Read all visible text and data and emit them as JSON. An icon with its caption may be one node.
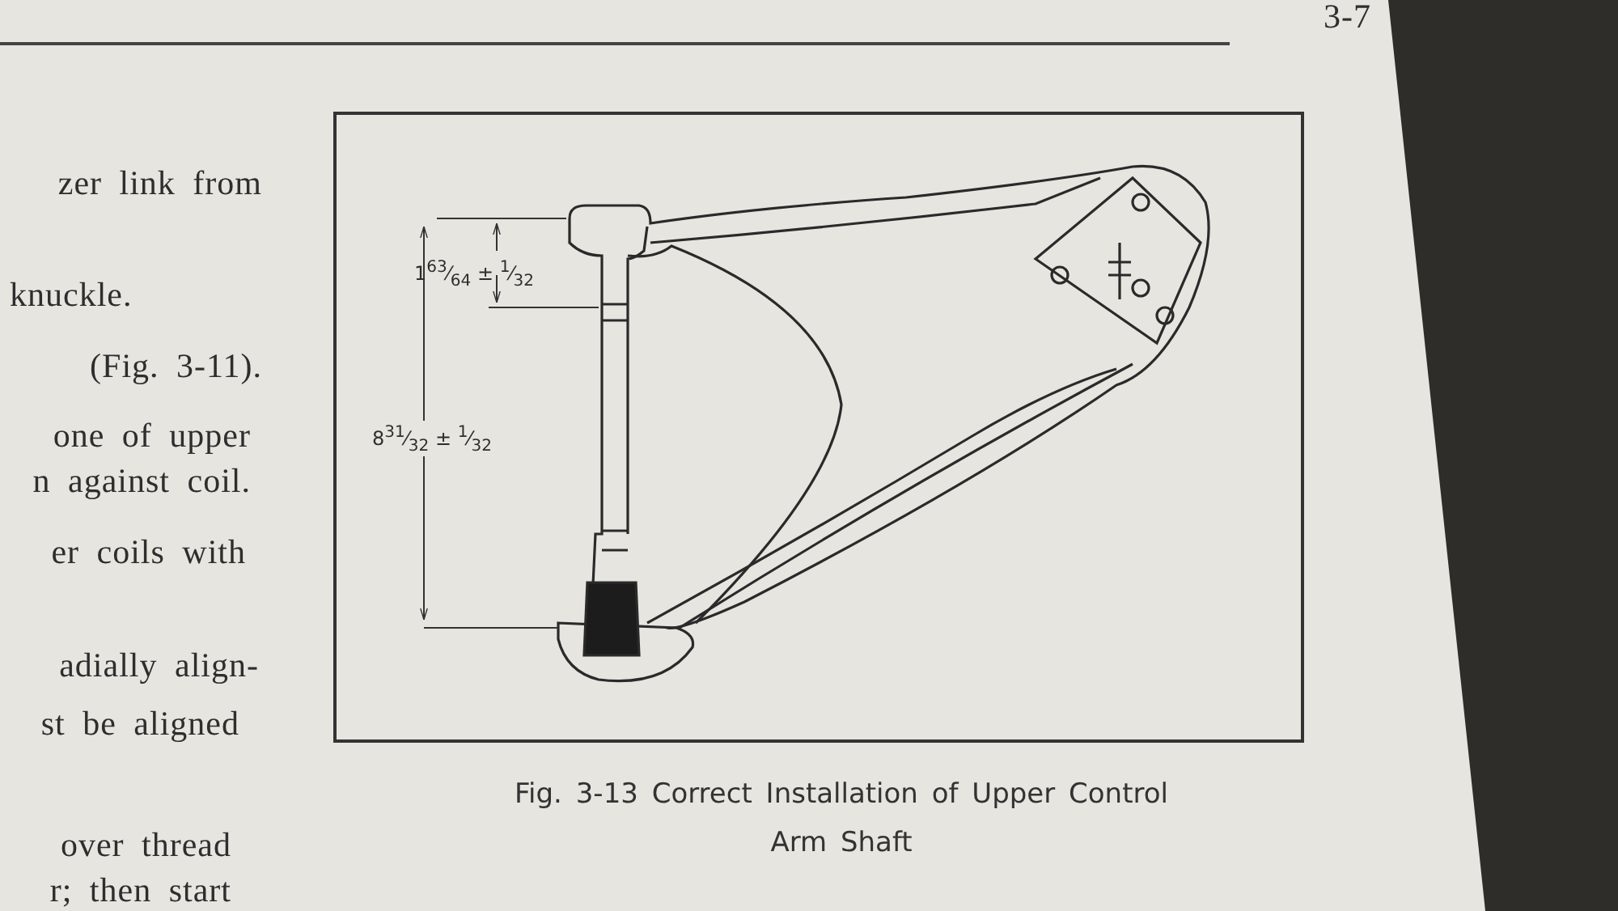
{
  "diagram": {
    "caption": "Fig. 3-13 Correct Installation of Upper Control Arm Shaft",
    "labels": [
      "3-7",
      "zer link from",
      "knuckle.",
      "(Fig. 3-11).",
      "one of upper",
      "n against coil.",
      "er coils with",
      "adially align-",
      "st be aligned",
      "over thread",
      "r; then start",
      "1$^{63}$⁄$_{64}$ ± $^{1}$⁄$_{32}$",
      "8$^{31}$⁄$_{32}$ ± $^{1}$⁄$_{32}$"
    ]
  }
}
